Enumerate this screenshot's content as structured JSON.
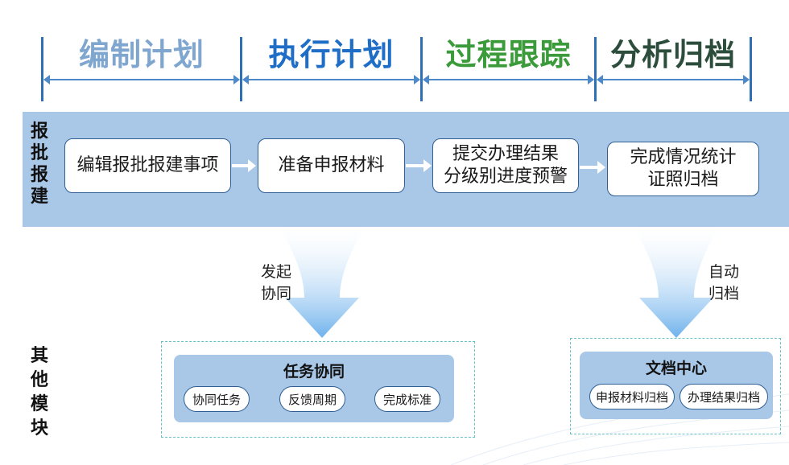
{
  "phases": [
    {
      "label": "编制计划",
      "color": "#7fa6cf"
    },
    {
      "label": "执行计划",
      "color": "#1e6ec8"
    },
    {
      "label": "过程跟踪",
      "color": "#3b9a3a"
    },
    {
      "label": "分析归档",
      "color": "#2c4d3c"
    }
  ],
  "band": {
    "label": "报批报建",
    "steps": [
      {
        "lines": [
          "编辑报批报建事项"
        ]
      },
      {
        "lines": [
          "准备申报材料"
        ]
      },
      {
        "lines": [
          "提交办理结果",
          "分级别进度预警"
        ]
      },
      {
        "lines": [
          "完成情况统计",
          "证照归档"
        ]
      }
    ]
  },
  "arrows": {
    "left_text": [
      "发起",
      "协同"
    ],
    "right_text": [
      "自动",
      "归档"
    ]
  },
  "modules": {
    "label": "其他模块",
    "task": {
      "title": "任务协同",
      "items": [
        "协同任务",
        "反馈周期",
        "完成标准"
      ]
    },
    "docs": {
      "title": "文档中心",
      "items": [
        "申报材料归档",
        "办理结果归档"
      ]
    }
  }
}
